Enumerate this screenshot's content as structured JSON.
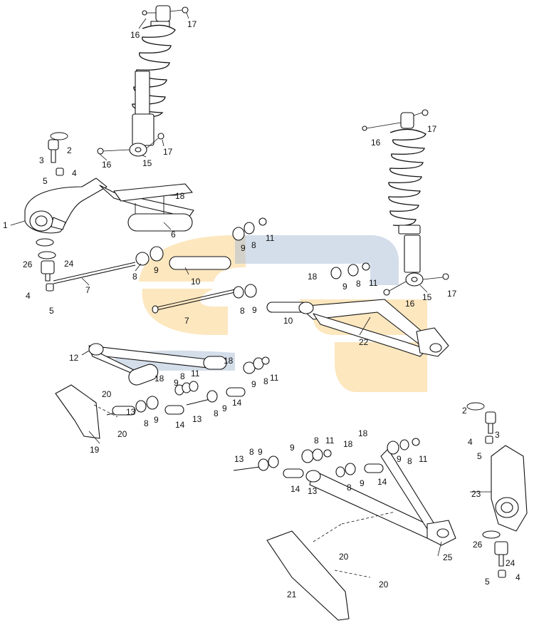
{
  "diagram": {
    "watermark_letters": "SC",
    "callouts": [
      {
        "id": "c17a",
        "text": "17"
      },
      {
        "id": "c16a",
        "text": "16"
      },
      {
        "id": "c17b",
        "text": "17"
      },
      {
        "id": "c16b",
        "text": "16"
      },
      {
        "id": "c15a",
        "text": "15"
      },
      {
        "id": "c2a",
        "text": "2"
      },
      {
        "id": "c3a",
        "text": "3"
      },
      {
        "id": "c4a",
        "text": "4"
      },
      {
        "id": "c5a",
        "text": "5"
      },
      {
        "id": "c18a",
        "text": "18"
      },
      {
        "id": "c1",
        "text": "1"
      },
      {
        "id": "c6",
        "text": "6"
      },
      {
        "id": "c9a",
        "text": "9"
      },
      {
        "id": "c8a",
        "text": "8"
      },
      {
        "id": "c11a",
        "text": "11"
      },
      {
        "id": "c26a",
        "text": "26"
      },
      {
        "id": "c24a",
        "text": "24"
      },
      {
        "id": "c8b",
        "text": "8"
      },
      {
        "id": "c9b",
        "text": "9"
      },
      {
        "id": "c10a",
        "text": "10"
      },
      {
        "id": "c7a",
        "text": "7"
      },
      {
        "id": "c4b",
        "text": "4"
      },
      {
        "id": "c5b",
        "text": "5"
      },
      {
        "id": "c17c",
        "text": "17"
      },
      {
        "id": "c16c",
        "text": "16"
      },
      {
        "id": "c18b",
        "text": "18"
      },
      {
        "id": "c9c",
        "text": "9"
      },
      {
        "id": "c8c",
        "text": "8"
      },
      {
        "id": "c11b",
        "text": "11"
      },
      {
        "id": "c17d",
        "text": "17"
      },
      {
        "id": "c15b",
        "text": "15"
      },
      {
        "id": "c16d",
        "text": "16"
      },
      {
        "id": "c8d",
        "text": "8"
      },
      {
        "id": "c9d",
        "text": "9"
      },
      {
        "id": "c10b",
        "text": "10"
      },
      {
        "id": "c7b",
        "text": "7"
      },
      {
        "id": "c22",
        "text": "22"
      },
      {
        "id": "c12",
        "text": "12"
      },
      {
        "id": "c18c",
        "text": "18"
      },
      {
        "id": "c18d",
        "text": "18"
      },
      {
        "id": "c11c",
        "text": "11"
      },
      {
        "id": "c8e",
        "text": "8"
      },
      {
        "id": "c9e",
        "text": "9"
      },
      {
        "id": "c20a",
        "text": "20"
      },
      {
        "id": "c9f",
        "text": "9"
      },
      {
        "id": "c8f",
        "text": "8"
      },
      {
        "id": "c11d",
        "text": "11"
      },
      {
        "id": "c9g",
        "text": "9"
      },
      {
        "id": "c14a",
        "text": "14"
      },
      {
        "id": "c8g",
        "text": "8"
      },
      {
        "id": "c13a",
        "text": "13"
      },
      {
        "id": "c8h",
        "text": "8"
      },
      {
        "id": "c9h",
        "text": "9"
      },
      {
        "id": "c14b",
        "text": "14"
      },
      {
        "id": "c20b",
        "text": "20"
      },
      {
        "id": "c19",
        "text": "19"
      },
      {
        "id": "c2b",
        "text": "2"
      },
      {
        "id": "c3b",
        "text": "3"
      },
      {
        "id": "c4c",
        "text": "4"
      },
      {
        "id": "c5c",
        "text": "5"
      },
      {
        "id": "c18e",
        "text": "18"
      },
      {
        "id": "c8i",
        "text": "8"
      },
      {
        "id": "c11e",
        "text": "11"
      },
      {
        "id": "c18f",
        "text": "18"
      },
      {
        "id": "c9i",
        "text": "9"
      },
      {
        "id": "c13b",
        "text": "13"
      },
      {
        "id": "c8j",
        "text": "8"
      },
      {
        "id": "c9j",
        "text": "9"
      },
      {
        "id": "c8k",
        "text": "8"
      },
      {
        "id": "c11f",
        "text": "11"
      },
      {
        "id": "c9k",
        "text": "9"
      },
      {
        "id": "c14c",
        "text": "14"
      },
      {
        "id": "c13c",
        "text": "13"
      },
      {
        "id": "c8l",
        "text": "8"
      },
      {
        "id": "c9l",
        "text": "9"
      },
      {
        "id": "c14d",
        "text": "14"
      },
      {
        "id": "c23",
        "text": "23"
      },
      {
        "id": "c20c",
        "text": "20"
      },
      {
        "id": "c25",
        "text": "25"
      },
      {
        "id": "c26b",
        "text": "26"
      },
      {
        "id": "c24b",
        "text": "24"
      },
      {
        "id": "c21",
        "text": "21"
      },
      {
        "id": "c20d",
        "text": "20"
      },
      {
        "id": "c4d",
        "text": "4"
      },
      {
        "id": "c5d",
        "text": "5"
      }
    ]
  }
}
